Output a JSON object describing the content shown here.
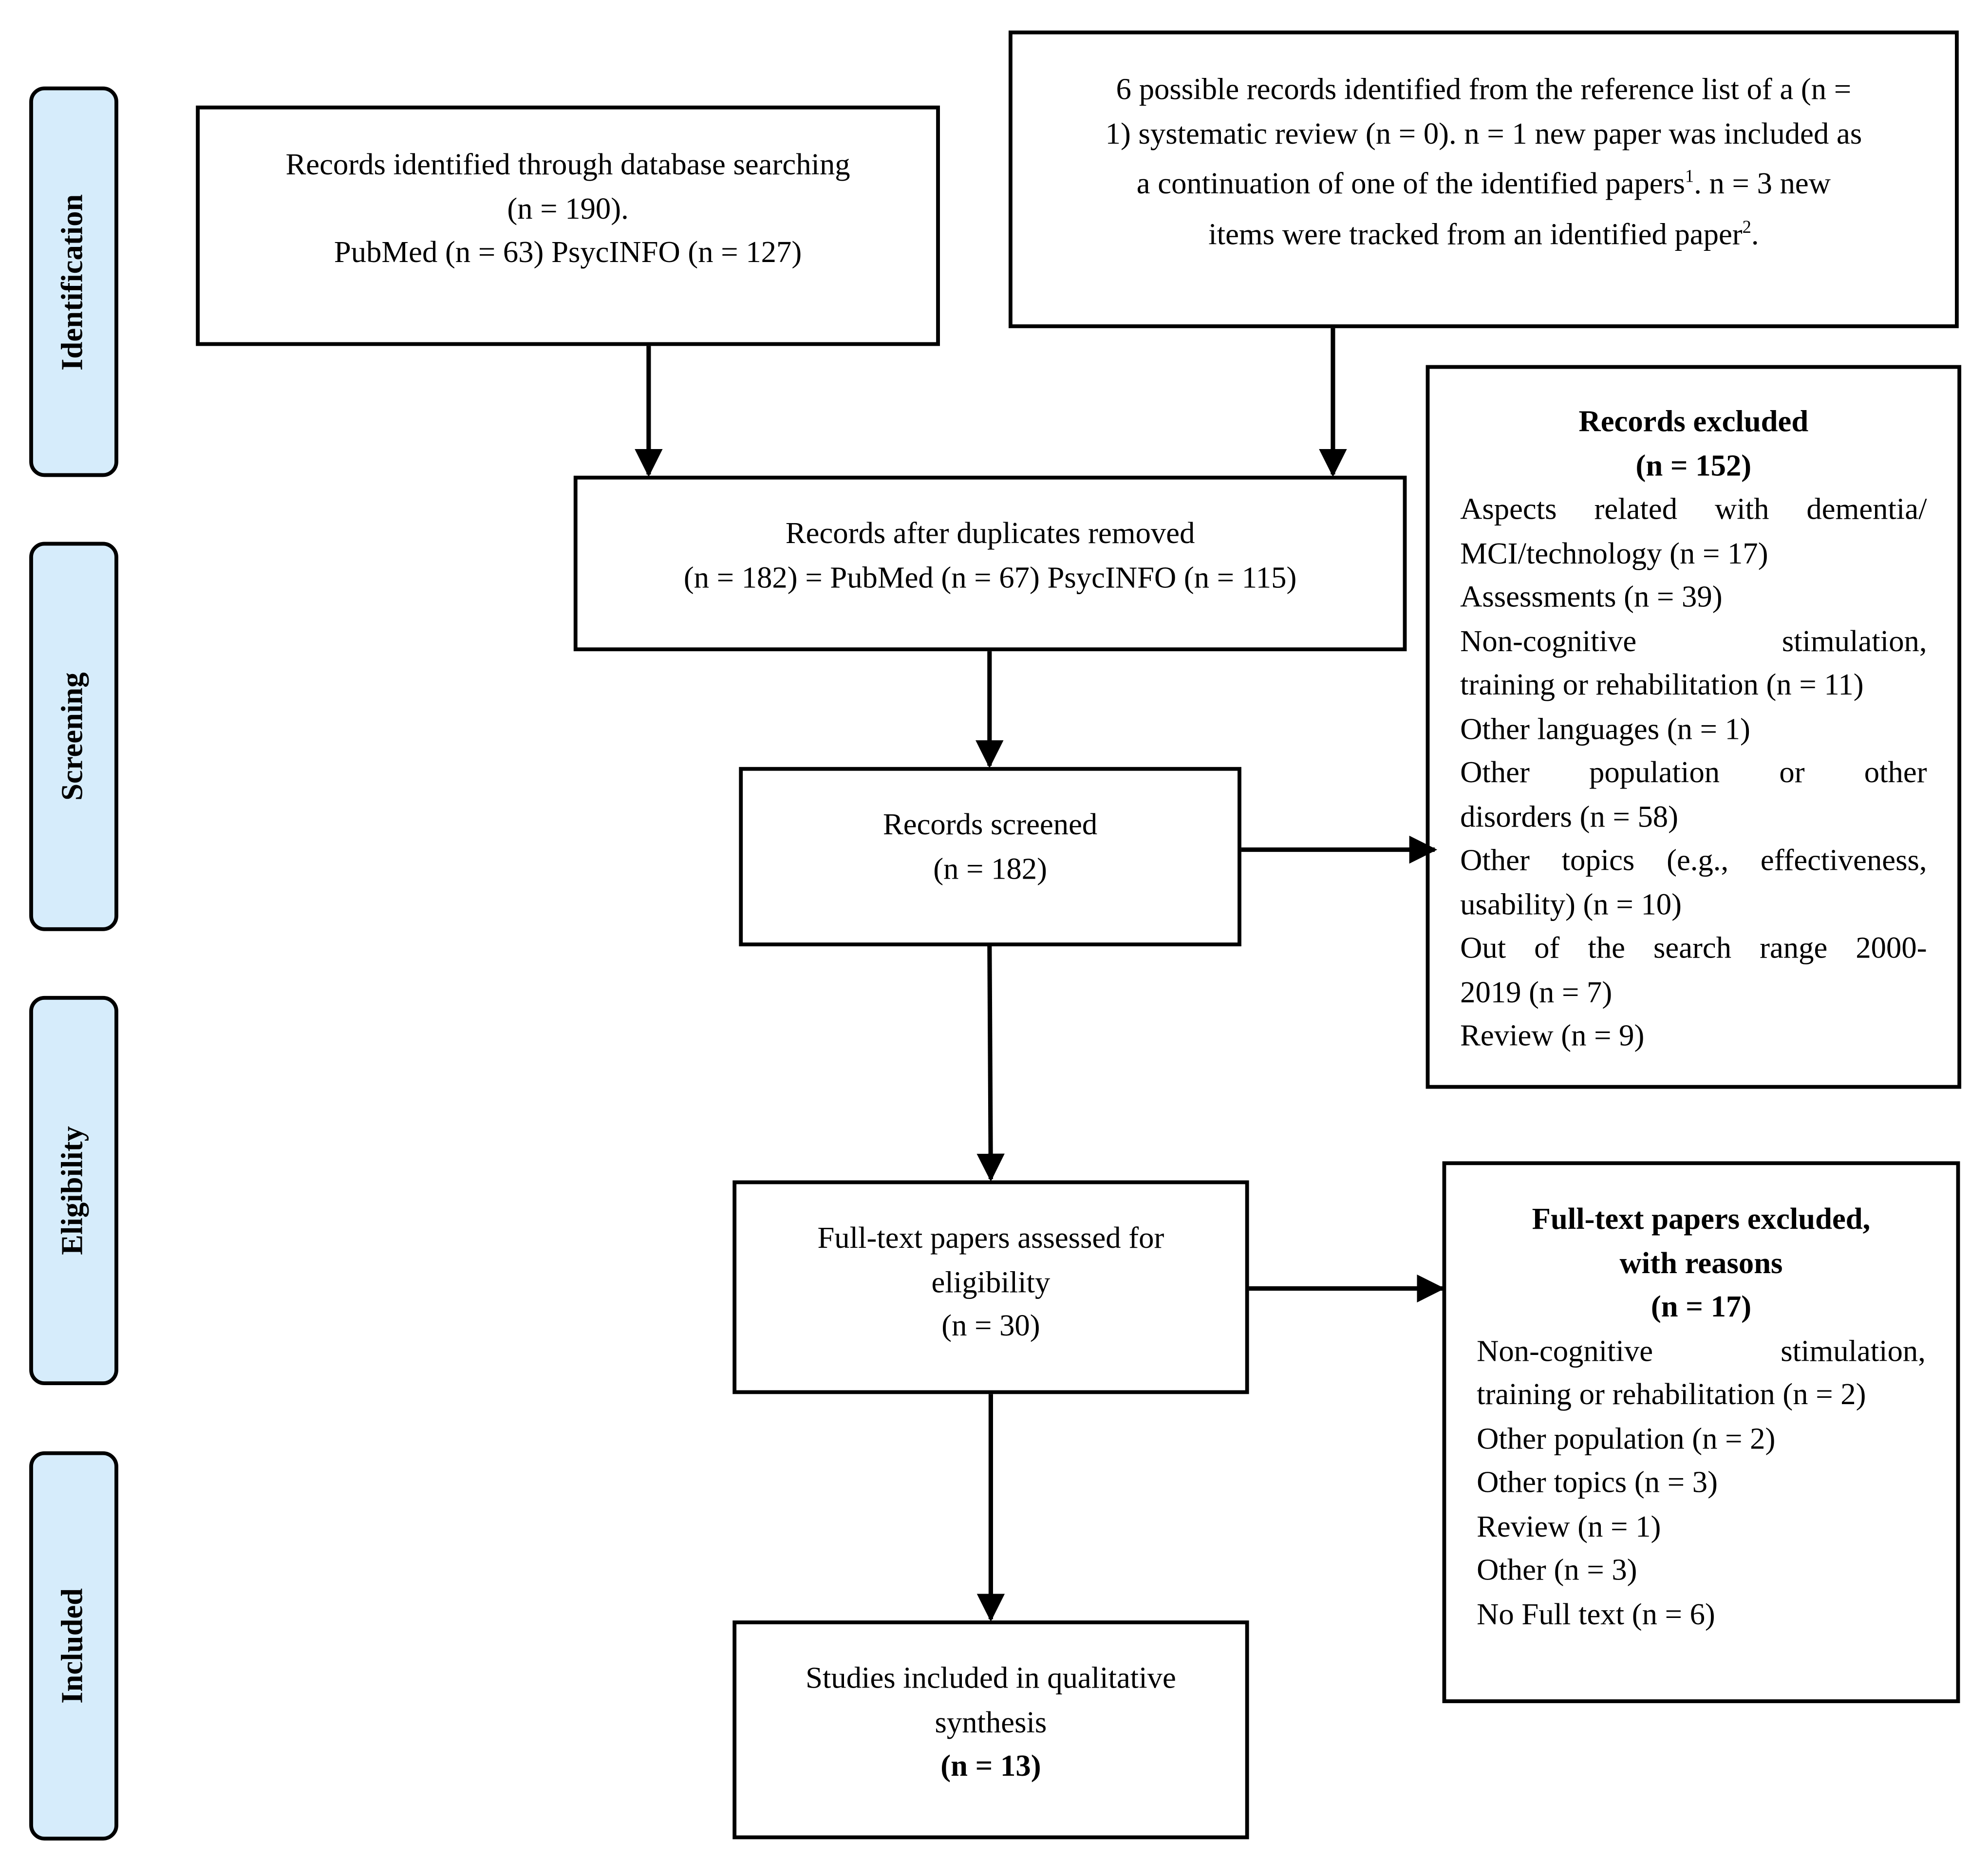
{
  "stages": {
    "identification": "Identification",
    "screening": "Screening",
    "eligibility": "Eligibility",
    "included": "Included"
  },
  "database_search": {
    "line1": "Records identified through database searching",
    "line2": "(n = 190).",
    "line3": "PubMed (n = 63) PsycINFO (n = 127)"
  },
  "other_sources": {
    "line1": "6 possible records identified from the reference list of a (n =",
    "line2": "1) systematic review (n = 0). n = 1 new paper was included as",
    "line3a": "a continuation of one of the identified papers",
    "sup1": "1",
    "line3b": ". n = 3 new",
    "line4a": "items were tracked from an identified paper",
    "sup2": "2",
    "line4b": "."
  },
  "duplicates_removed": {
    "line1": "Records after duplicates removed",
    "line2": "(n = 182) = PubMed (n = 67) PsycINFO (n = 115)"
  },
  "records_screened": {
    "line1": "Records screened",
    "line2": "(n = 182)"
  },
  "records_excluded": {
    "title": "Records excluded",
    "count": "(n = 152)",
    "reasons": [
      "Aspects related with dementia/",
      "MCI/technology (n = 17)",
      "Assessments (n = 39)",
      "Non-cognitive stimulation,",
      "training or rehabilitation (n = 11)",
      "Other languages (n = 1)",
      "Other population or other",
      "disorders (n = 58)",
      "Other topics (e.g., effectiveness,",
      "usability) (n = 10)",
      "Out of the search range 2000-",
      "2019 (n = 7)",
      "Review (n = 9)"
    ]
  },
  "fulltext_assessed": {
    "line1": "Full-text papers assessed for",
    "line2": "eligibility",
    "line3": "(n = 30)"
  },
  "fulltext_excluded": {
    "title1": "Full-text papers excluded,",
    "title2": "with reasons",
    "count": "(n = 17)",
    "reasons": [
      "Non-cognitive stimulation,",
      "training or rehabilitation (n = 2)",
      "Other population (n = 2)",
      "Other topics (n = 3)",
      "Review (n = 1)",
      "Other (n = 3)",
      "No Full text (n = 6)"
    ]
  },
  "included_studies": {
    "line1": "Studies included in qualitative",
    "line2": "synthesis",
    "line3": "(n = 13)"
  }
}
